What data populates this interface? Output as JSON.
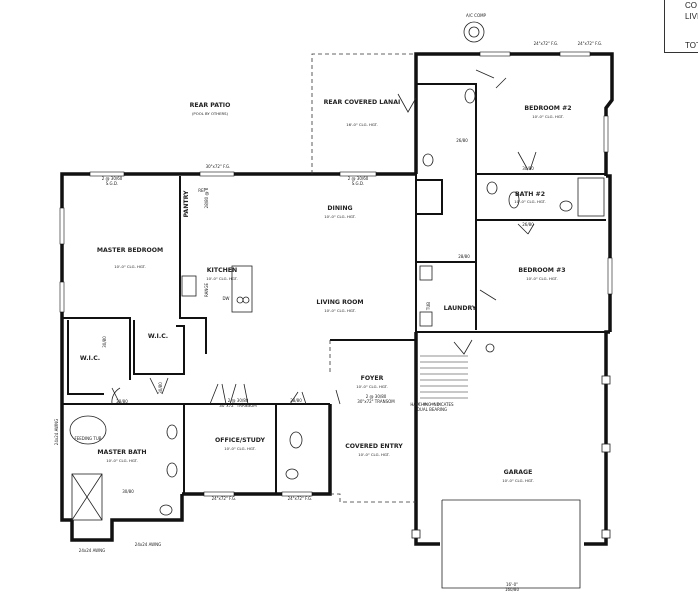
{
  "header_box": {
    "line1": "CO",
    "line2": "LIVI",
    "line3": "TOT"
  },
  "equipment": {
    "ac_comp": "A/C COMP"
  },
  "rooms": {
    "rear_patio": {
      "name": "REAR PATIO",
      "note": "(POOL BY OTHERS)"
    },
    "rear_covered_lanai": {
      "name": "REAR COVERED LANAI",
      "size": "16'-0\" CLG. HGT."
    },
    "master_bedroom": {
      "name": "MASTER BEDROOM",
      "size": "10'-0\" CLG. HGT."
    },
    "pantry": {
      "name": "PANTRY"
    },
    "dining": {
      "name": "DINING",
      "size": "10'-0\" CLG. HGT."
    },
    "kitchen": {
      "name": "KITCHEN",
      "size": "10'-0\" CLG. HGT."
    },
    "living_room": {
      "name": "LIVING ROOM",
      "size": "10'-0\" CLG. HGT."
    },
    "wic_1": {
      "name": "W.I.C."
    },
    "wic_2": {
      "name": "W.I.C."
    },
    "foyer": {
      "name": "FOYER",
      "size": "10'-0\" CLG. HGT."
    },
    "office_study": {
      "name": "OFFICE/STUDY",
      "size": "10'-0\" CLG. HGT."
    },
    "covered_entry": {
      "name": "COVERED ENTRY",
      "size": "10'-0\" CLG. HGT."
    },
    "master_bath": {
      "name": "MASTER BATH",
      "size": "10'-0\" CLG. HGT."
    },
    "bedroom_2": {
      "name": "BEDROOM #2",
      "size": "10'-0\" CLG. HGT."
    },
    "bath_2": {
      "name": "BATH #2",
      "size": "10'-0\" CLG. HGT."
    },
    "bedroom_3": {
      "name": "BEDROOM #3",
      "size": "10'-0\" CLG. HGT."
    },
    "laundry": {
      "name": "LAUNDRY"
    },
    "garage": {
      "name": "GARAGE",
      "size": "10'-0\" CLG. HGT."
    }
  },
  "notes": {
    "hatching": "HATCHING INDICATES",
    "hatching2": "DUAL BEARING",
    "transom_office": "2 @ 30/80",
    "transom_office2": "30\"x72\" TRANSOM",
    "transom_entry": "2 @ 30/80",
    "transom_entry2": "30\"x72\" TRANSOM",
    "sgd_master": "2 @ 30/60",
    "sgd_master2": "S.G.D.",
    "sgd_dining": "2 @ 30/60",
    "sgd_dining2": "S.G.D.",
    "pantry_door": "28/80 @ 6",
    "range": "RANGE",
    "laundry_tub": "TUB",
    "garage_door": "16'-0\"",
    "garage_door2": "160/80",
    "fixed_dim1": "30\"x72\" F.G.",
    "fixed_dim2": "24\"x72\" F.G.",
    "fixed_dim3": "24\"x72\" F.G.",
    "fixed_dim4": "24\"x72\" F.G.",
    "fixed_dim5": "24\"x72\" F.G.",
    "awning1": "24x24 AWNG",
    "awning2": "24x24 AWNG",
    "awning3": "24x24 AWNG",
    "door_a": "30/80",
    "door_b": "28/80",
    "door_c": "30/80",
    "door_d": "28/80",
    "door_e": "30/80",
    "door_f": "26/80",
    "door_g": "30/80",
    "door_h": "28/80",
    "door_i": "26/80",
    "feeding_tub": "FEEDING TUB",
    "ref": "REF",
    "dw": "DW"
  }
}
